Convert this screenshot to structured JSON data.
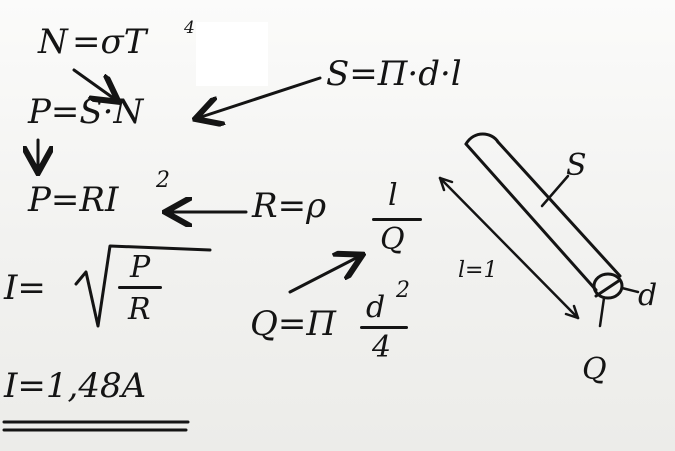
{
  "formulas": {
    "n_left": "N",
    "n_right": "=σT",
    "n_exp": "4",
    "s_formula": "S=Π·d·l",
    "p_formula": "P=S·N",
    "p2_left": "P=RI",
    "p2_exp": "2",
    "r_left": "R=ρ",
    "r_num": "l",
    "r_den": "Q",
    "i_left": "I=",
    "i_num": "P",
    "i_den": "R",
    "q_left": "Q=Π",
    "q_num": "d",
    "q_num_exp": "2",
    "q_den": "4",
    "result": "I=1,48A"
  },
  "diagram": {
    "label_s": "S",
    "label_l": "l=1",
    "label_d": "d",
    "label_q": "Q"
  }
}
